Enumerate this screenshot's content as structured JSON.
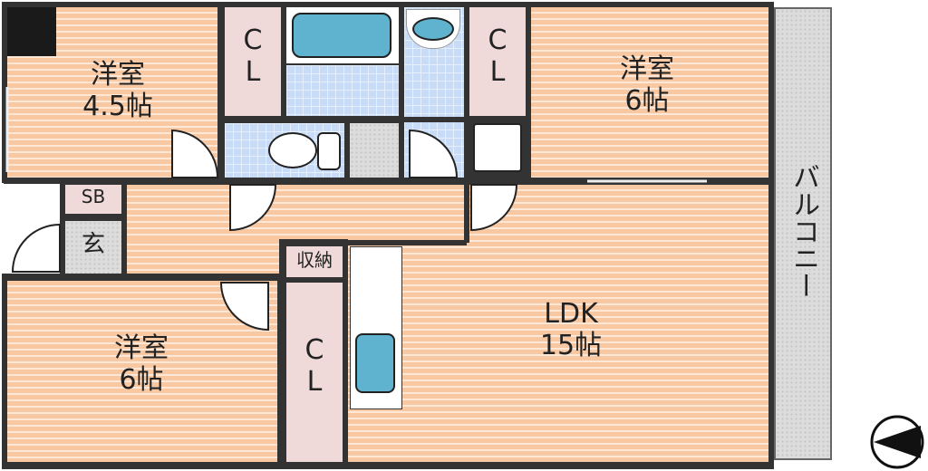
{
  "rooms": {
    "western_room_1": {
      "name": "洋室",
      "size": "4.5帖"
    },
    "western_room_2": {
      "name": "洋室",
      "size": "6帖"
    },
    "western_room_3": {
      "name": "洋室",
      "size": "6帖"
    },
    "ldk": {
      "name": "LDK",
      "size": "15帖"
    },
    "closet_1": {
      "c": "C",
      "l": "L"
    },
    "closet_2": {
      "c": "C",
      "l": "L"
    },
    "closet_3": {
      "c": "C",
      "l": "L"
    },
    "storage": "収納",
    "shoe_box": "SB",
    "entrance": "玄",
    "balcony": "バルコニー"
  },
  "colors": {
    "wood": "#f8c8a2",
    "closet": "#f0d9d9",
    "tile": "#c9dcf7",
    "fixture": "#5fb3cf",
    "wall": "#333333"
  }
}
